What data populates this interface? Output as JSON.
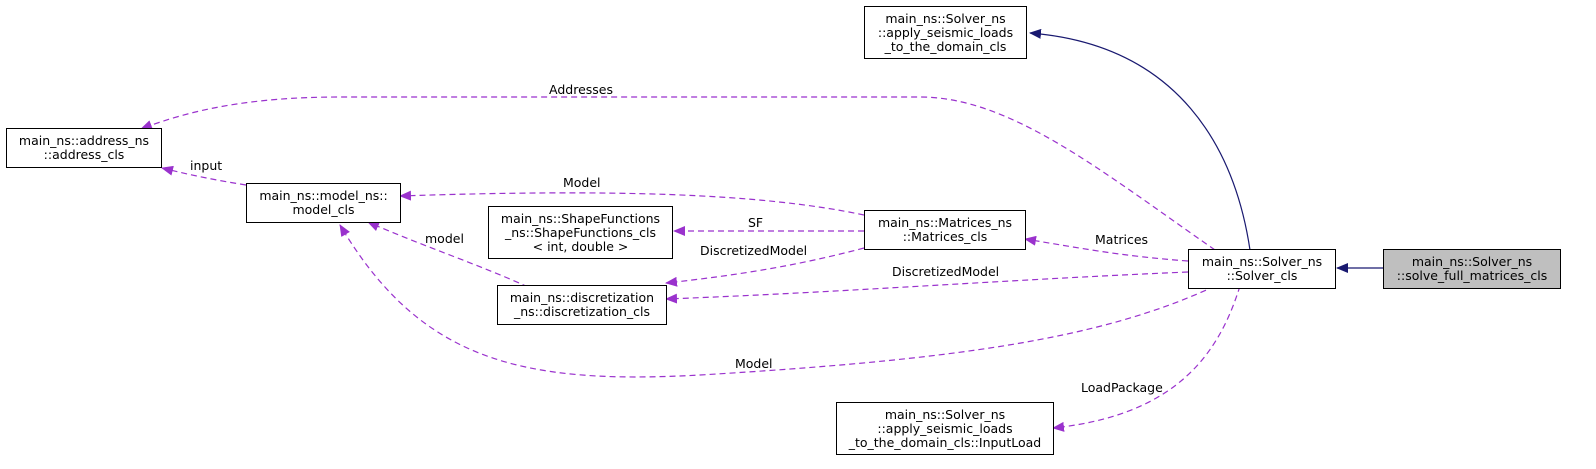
{
  "colors": {
    "inheritance": "#191970",
    "usage": "#9a32cd",
    "highlight_fill": "#bfbfbf"
  },
  "nodes": {
    "apply_loads": {
      "lines": [
        "main_ns::Solver_ns",
        "::apply_seismic_loads",
        "_to_the_domain_cls"
      ]
    },
    "address": {
      "lines": [
        "main_ns::address_ns",
        "::address_cls"
      ]
    },
    "model": {
      "lines": [
        "main_ns::model_ns::",
        "model_cls"
      ]
    },
    "shape": {
      "lines": [
        "main_ns::ShapeFunctions",
        "_ns::ShapeFunctions_cls",
        "< int, double >"
      ]
    },
    "matrices": {
      "lines": [
        "main_ns::Matrices_ns",
        "::Matrices_cls"
      ]
    },
    "discretization": {
      "lines": [
        "main_ns::discretization",
        "_ns::discretization_cls"
      ]
    },
    "solver": {
      "lines": [
        "main_ns::Solver_ns",
        "::Solver_cls"
      ]
    },
    "solve_full": {
      "lines": [
        "main_ns::Solver_ns",
        "::solve_full_matrices_cls"
      ]
    },
    "inputload": {
      "lines": [
        "main_ns::Solver_ns",
        "::apply_seismic_loads",
        "_to_the_domain_cls::InputLoad"
      ]
    }
  },
  "edge_labels": {
    "addresses": "Addresses",
    "input": "input",
    "model_matrices": "Model",
    "sf": "SF",
    "model_disc": "model",
    "disc_model_matrices": "DiscretizedModel",
    "matrices": "Matrices",
    "disc_model_solver": "DiscretizedModel",
    "model_solver": "Model",
    "load_package": "LoadPackage"
  }
}
